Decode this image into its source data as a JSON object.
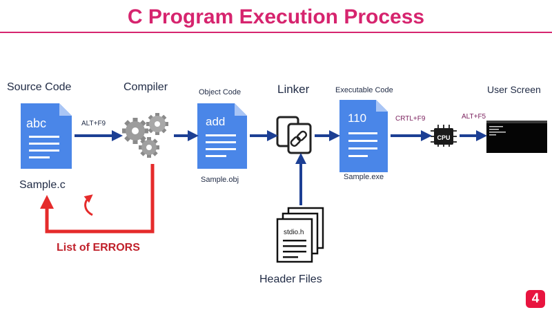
{
  "title": "C Program Execution Process",
  "labels": {
    "source_code": "Source Code",
    "compiler": "Compiler",
    "object_code": "Object Code",
    "linker": "Linker",
    "executable_code": "Executable Code",
    "user_screen": "User Screen",
    "sample_c": "Sample.c",
    "sample_obj": "Sample.obj",
    "sample_exe": "Sample.exe",
    "list_of_errors": "List of ERRORS",
    "header_files": "Header Files"
  },
  "hotkeys": {
    "compile": "ALT+F9",
    "run": "CRTL+F9",
    "user_screen": "ALT+F5"
  },
  "documents": {
    "source": "abc",
    "object": "add",
    "executable": "110",
    "header": "stdio.h"
  },
  "chip_label": "CPU",
  "page_number": "4",
  "colors": {
    "title": "#d6246e",
    "doc_blue": "#4a86e8",
    "arrow_blue": "#1c3f94",
    "error_red": "#e52b2b",
    "hotkey_purple": "#7a1f5c"
  }
}
